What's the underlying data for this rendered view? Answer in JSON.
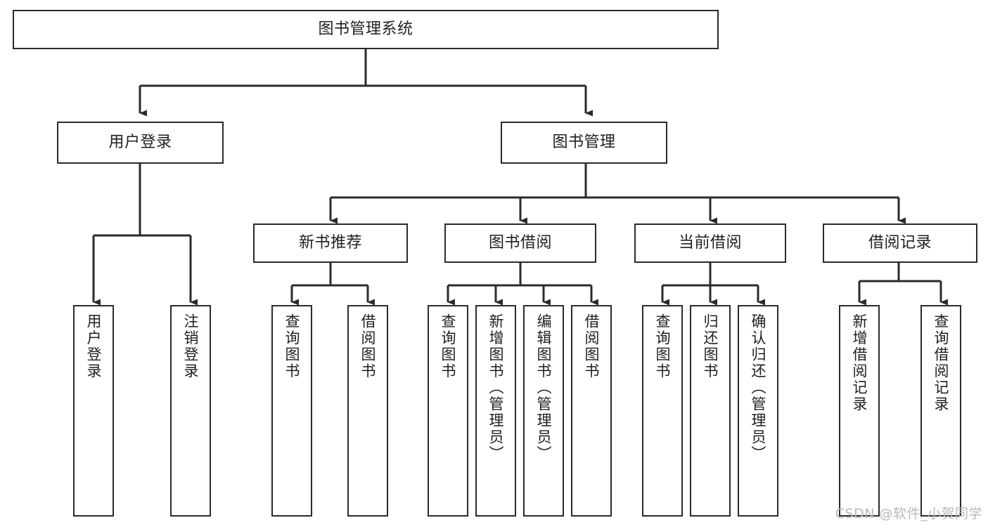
{
  "diagram": {
    "title": "图书管理系统",
    "watermark": "CSDN @软件_小贺同学",
    "line_color": "#2b2b2b",
    "box_fill": "#ffffff",
    "text_color": "#1f1f1f",
    "watermark_color": "#b9b9b9"
  },
  "root": {
    "label": "图书管理系统"
  },
  "level1": [
    {
      "label": "用户登录"
    },
    {
      "label": "图书管理"
    }
  ],
  "level2": [
    {
      "label": "新书推荐"
    },
    {
      "label": "图书借阅"
    },
    {
      "label": "当前借阅"
    },
    {
      "label": "借阅记录"
    }
  ],
  "leaves": {
    "user_login": [
      {
        "label": "用户登录"
      },
      {
        "label": "注销登录"
      }
    ],
    "new_book": [
      {
        "label": "查询图书"
      },
      {
        "label": "借阅图书"
      }
    ],
    "book_borrow": [
      {
        "label": "查询图书"
      },
      {
        "label": "新增图书（管理员）"
      },
      {
        "label": "编辑图书（管理员）"
      },
      {
        "label": "借阅图书"
      }
    ],
    "current_borrow": [
      {
        "label": "查询图书"
      },
      {
        "label": "归还图书"
      },
      {
        "label": "确认归还（管理员）"
      }
    ],
    "borrow_record": [
      {
        "label": "新增借阅记录"
      },
      {
        "label": "查询借阅记录"
      }
    ]
  }
}
